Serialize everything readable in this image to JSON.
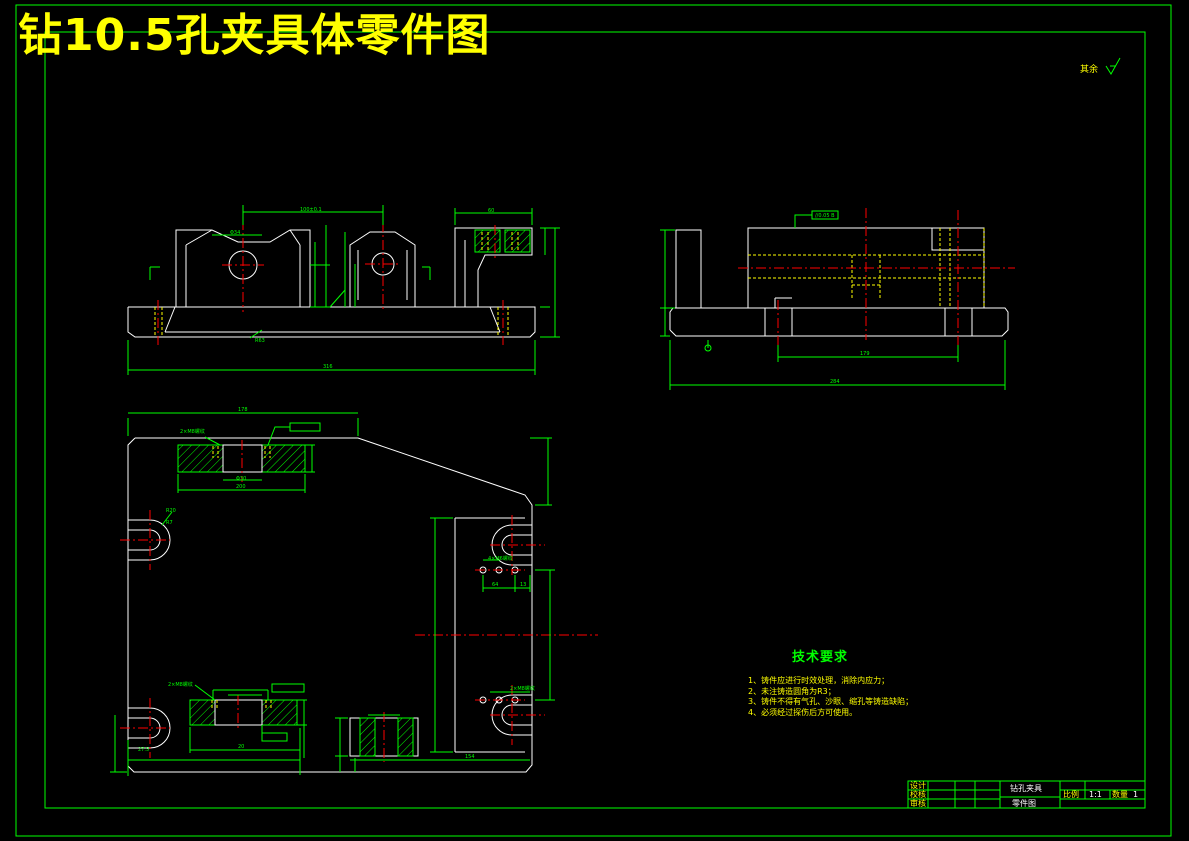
{
  "title": "钻10.5孔夹具体零件图",
  "roughness_note": "其余",
  "technical_requirements": {
    "heading": "技术要求",
    "items": [
      "1、铸件应进行时效处理，消除内应力；",
      "2、未注铸造圆角为R3；",
      "3、铸件不得有气孔、沙眼、缩孔等铸造缺陷；",
      "4、必须经过探伤后方可使用。"
    ]
  },
  "title_block": {
    "part_name": "钻孔夹具",
    "drawing_type": "零件图",
    "scale_label": "比例",
    "scale_value": "1:1",
    "qty_label": "数量",
    "qty_value": "1",
    "label_design": "设计",
    "label_check": "校核",
    "label_review": "审核"
  },
  "colors": {
    "title": "#ffff00",
    "part_outline": "#ffffff",
    "dimension": "#00ff00",
    "center_line": "#ff0000",
    "hidden_line": "#ffff00",
    "frame": "#00ff00"
  }
}
